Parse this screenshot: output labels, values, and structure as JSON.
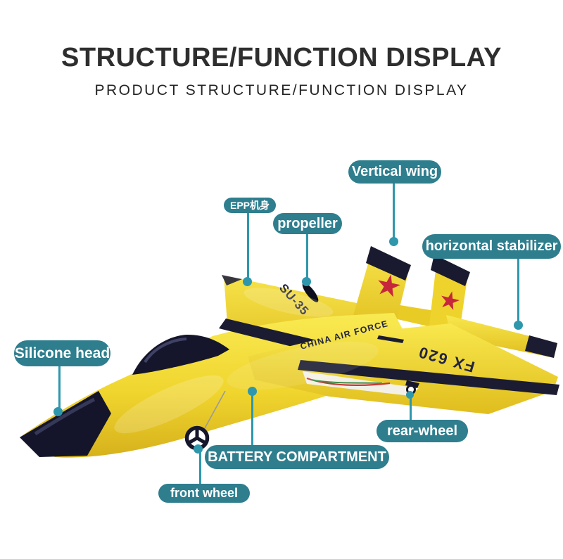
{
  "header": {
    "title": "STRUCTURE/FUNCTION DISPLAY",
    "subtitle": "PRODUCT STRUCTURE/FUNCTION DISPLAY"
  },
  "labels": [
    {
      "id": "vertical-wing",
      "text": "Vertical wing"
    },
    {
      "id": "epp-fuselage",
      "text": "EPP机身"
    },
    {
      "id": "propeller",
      "text": "propeller"
    },
    {
      "id": "horizontal-stabilizer",
      "text": "horizontal stabilizer"
    },
    {
      "id": "silicone-head",
      "text": "Silicone head"
    },
    {
      "id": "rear-wheel",
      "text": "rear-wheel"
    },
    {
      "id": "battery-compartment",
      "text": "BATTERY COMPARTMENT"
    },
    {
      "id": "front-wheel",
      "text": "front wheel"
    }
  ],
  "plane_markings": {
    "left_wing": "SU-35",
    "fuselage_side": "CHINA AIR FORCE",
    "right_wing": "FX 620"
  },
  "colors": {
    "background": "#ffffff",
    "label_pill": "#2e7e8e",
    "connector": "#2e97ac",
    "title_text": "#2e2e2e",
    "plane_yellow": "#f0d52e",
    "plane_navy": "#16172a",
    "star_red": "#c6273b",
    "wire_red": "#c43a35",
    "wire_green": "#3e8f48"
  }
}
